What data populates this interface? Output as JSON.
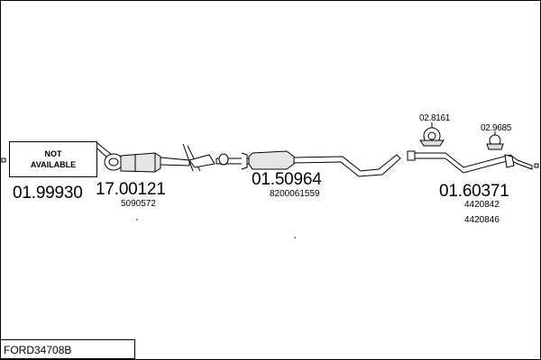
{
  "diagram": {
    "code": "FORD34708B",
    "not_available": "NOT\nAVAILABLE",
    "parts": [
      {
        "id": "p1",
        "number": "01.99930",
        "refs": []
      },
      {
        "id": "p2",
        "number": "17.00121",
        "refs": [
          "5090572"
        ]
      },
      {
        "id": "p3",
        "number": "01.50964",
        "refs": [
          "8200061559"
        ]
      },
      {
        "id": "p4",
        "number": "01.60371",
        "refs": [
          "4420842",
          "4420846"
        ]
      }
    ],
    "small_parts": [
      {
        "id": "s1",
        "number": "02.8161"
      },
      {
        "id": "s2",
        "number": "02.9685"
      }
    ]
  }
}
